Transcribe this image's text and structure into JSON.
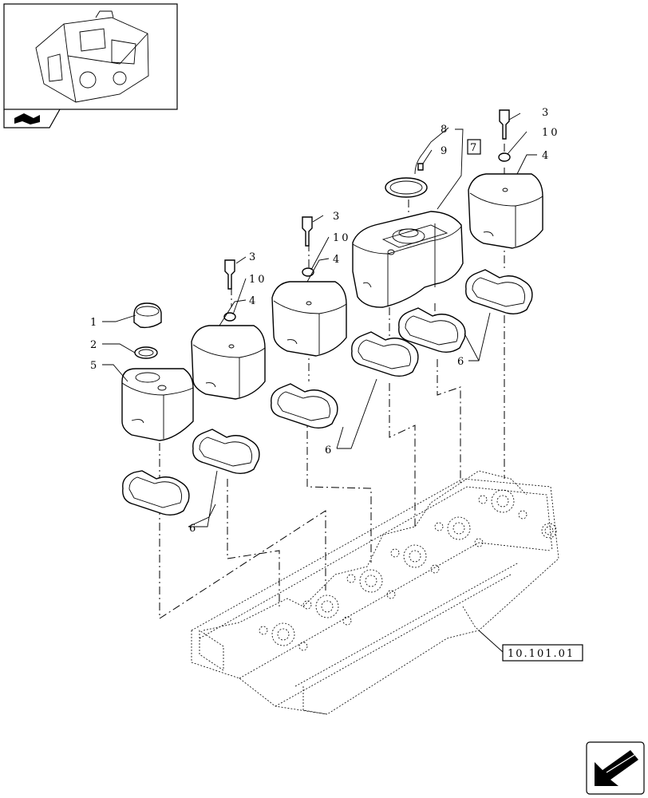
{
  "callouts": {
    "c1": "1",
    "c2": "2",
    "c3a": "3",
    "c3b": "3",
    "c3c": "3",
    "c4a": "4",
    "c4b": "4",
    "c4c": "4",
    "c5": "5",
    "c6a": "6",
    "c6b": "6",
    "c6c": "6",
    "c7": "7",
    "c8": "8",
    "c9": "9",
    "c10a": "10",
    "c10b": "10",
    "c10c": "10"
  },
  "reference": {
    "label": "10.101.01"
  },
  "icons": {
    "thumbnail": "engine-thumbnail-icon",
    "section": "section-arrow-icon",
    "nav": "navigation-arrow-icon"
  }
}
